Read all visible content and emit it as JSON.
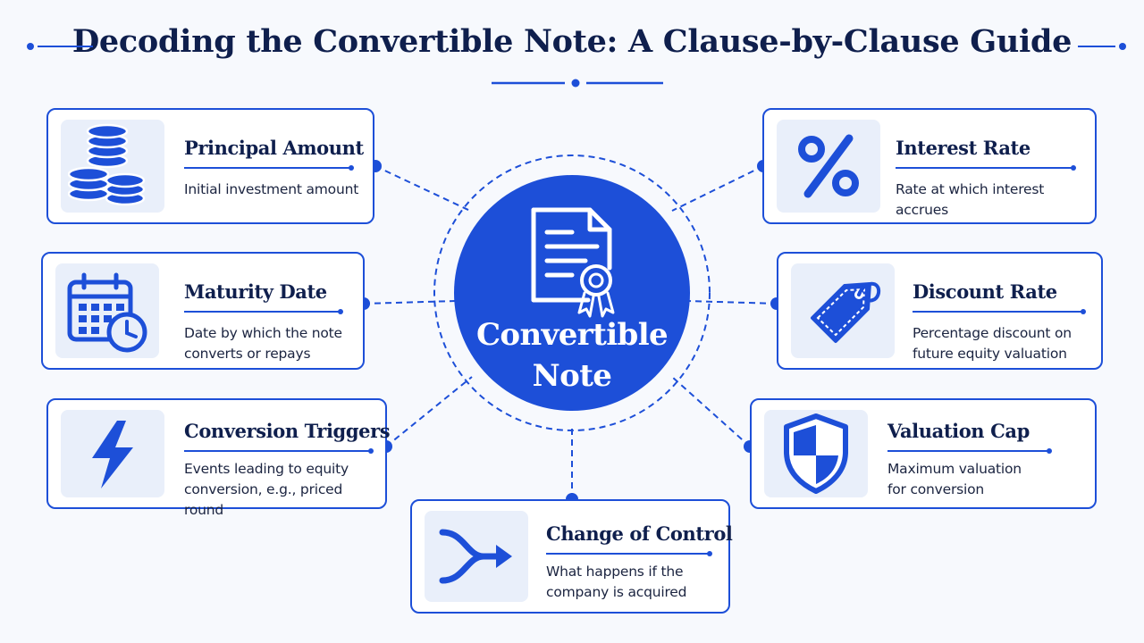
{
  "title": "Decoding the Convertible Note: A Clause-by-Clause Guide",
  "center": {
    "line1": "Convertible",
    "line2": "Note",
    "icon": "document-certificate-icon"
  },
  "colors": {
    "accent": "#1d4fd8",
    "text": "#0f1f4d",
    "background": "#f7f9fd",
    "icon_bg": "#e9effa"
  },
  "clauses": [
    {
      "title": "Principal Amount",
      "desc": [
        "Initial investment amount"
      ],
      "icon": "coin-stack-icon"
    },
    {
      "title": "Maturity Date",
      "desc": [
        "Date by which the note",
        "converts or repays"
      ],
      "icon": "calendar-clock-icon"
    },
    {
      "title": "Conversion Triggers",
      "desc": [
        "Events leading to equity",
        "conversion, e.g., priced round"
      ],
      "icon": "lightning-bolt-icon"
    },
    {
      "title": "Change of Control",
      "desc": [
        "What happens if the",
        "company is acquired"
      ],
      "icon": "merge-arrow-icon"
    },
    {
      "title": "Interest Rate",
      "desc": [
        "Rate at which interest accrues"
      ],
      "icon": "percent-icon"
    },
    {
      "title": "Discount Rate",
      "desc": [
        "Percentage discount on",
        "future equity valuation"
      ],
      "icon": "price-tag-icon"
    },
    {
      "title": "Valuation Cap",
      "desc": [
        "Maximum valuation",
        "for conversion"
      ],
      "icon": "shield-icon"
    }
  ]
}
